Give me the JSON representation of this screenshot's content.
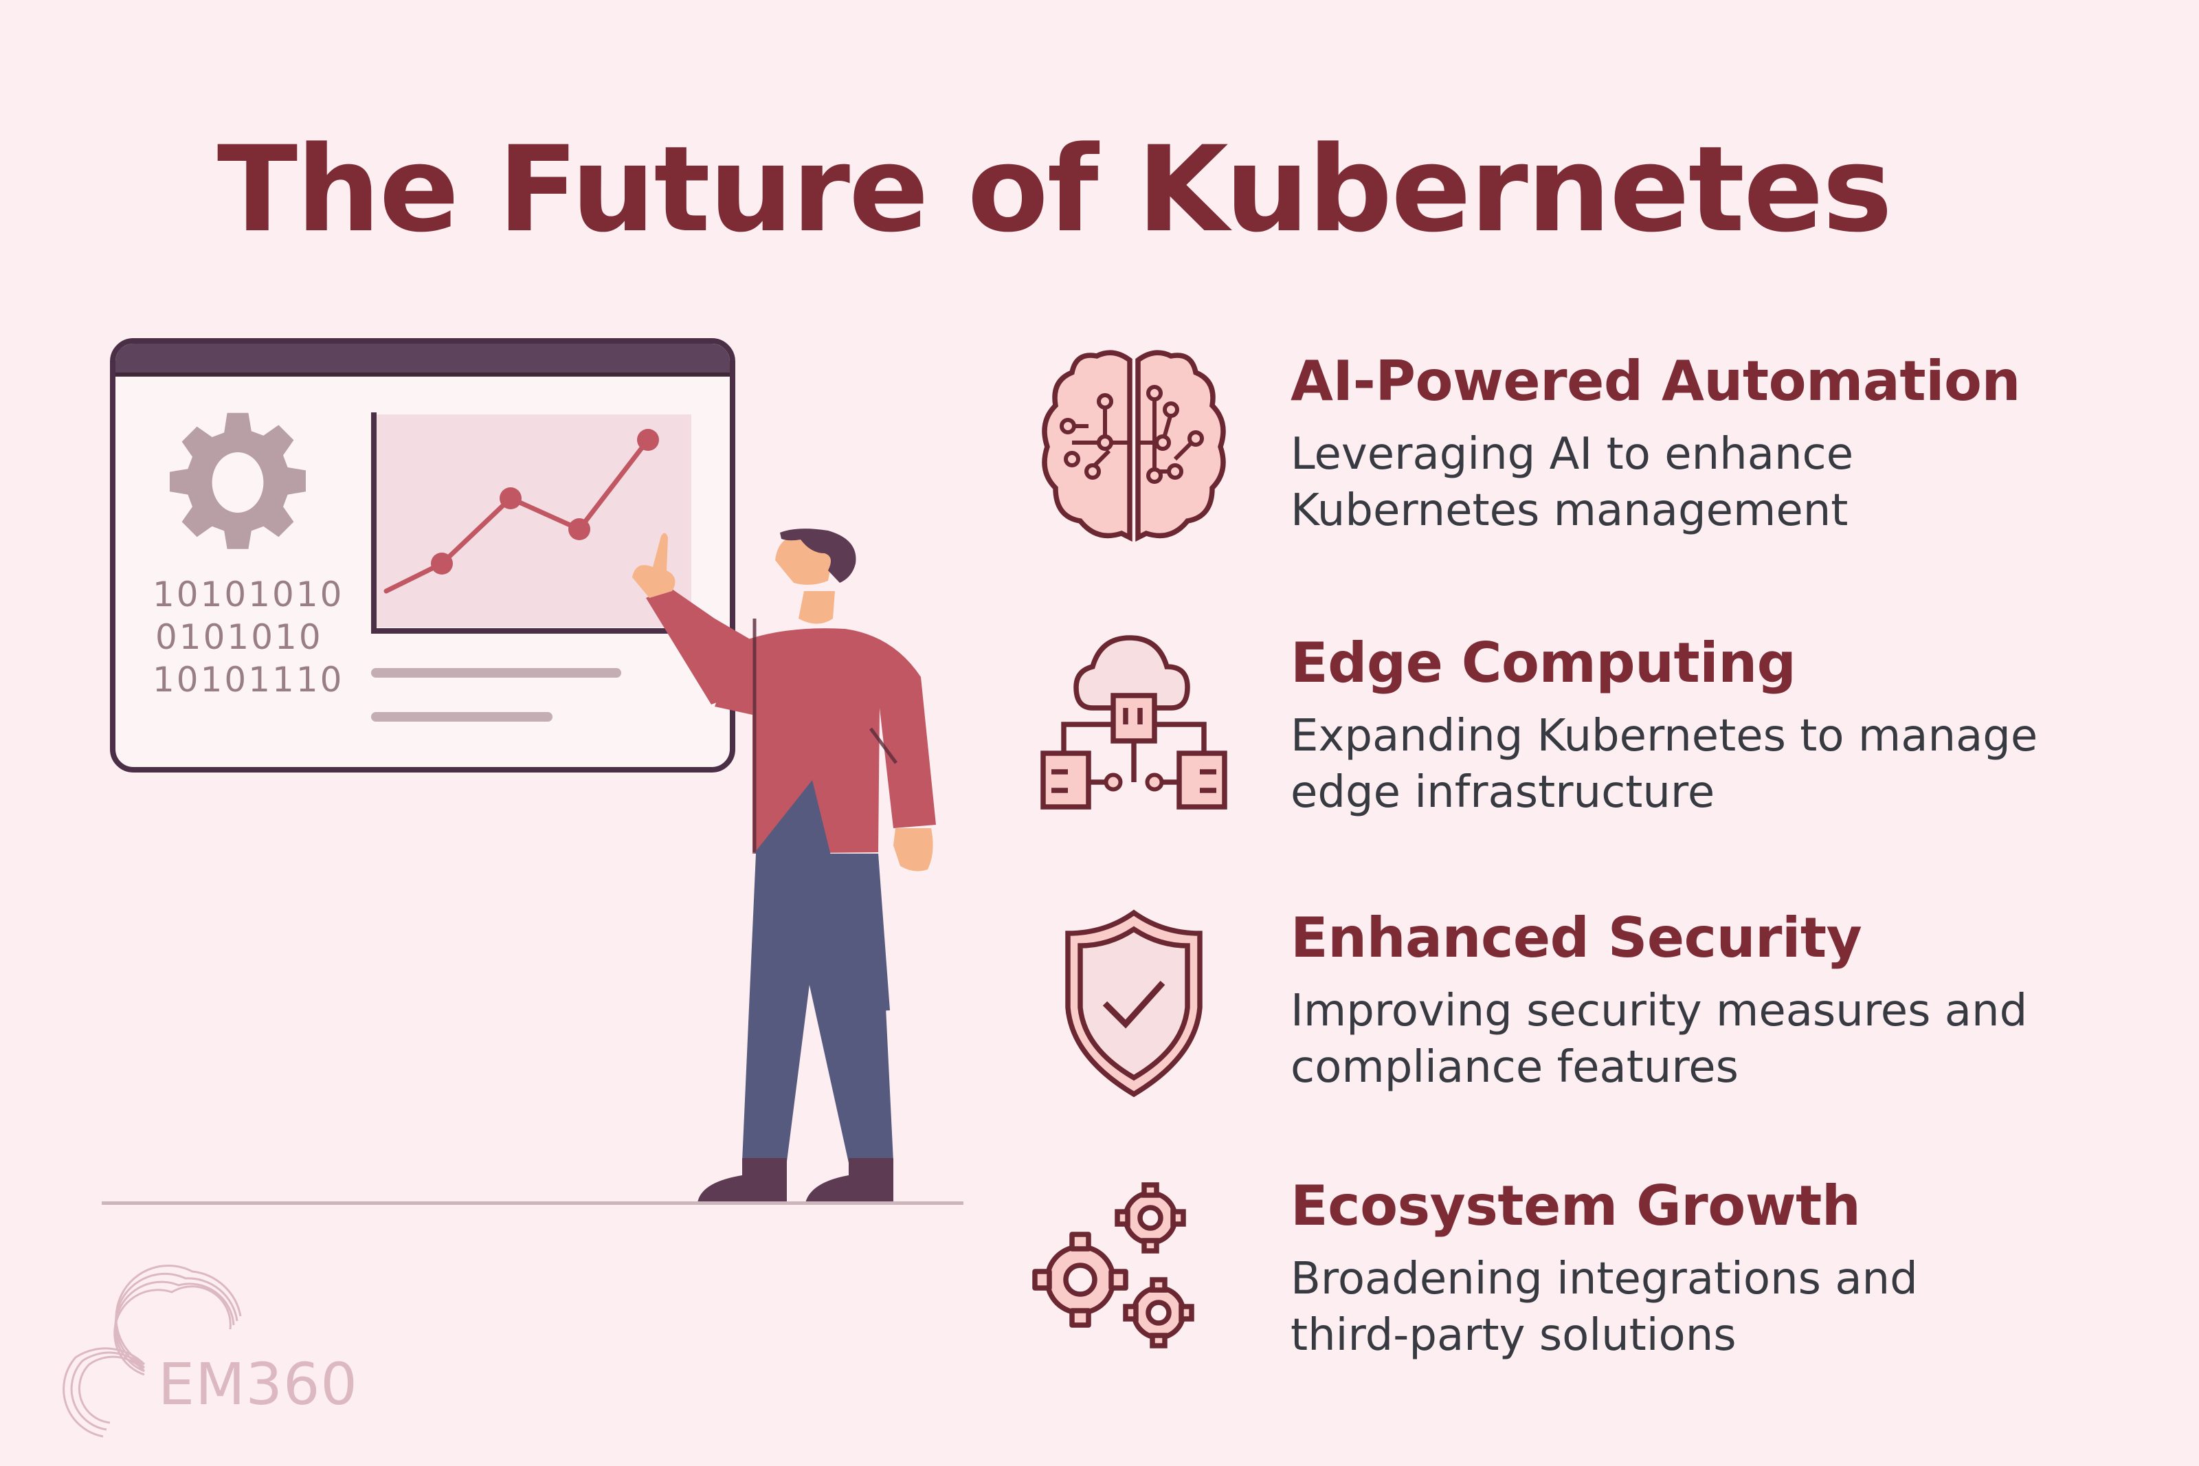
{
  "title": "The Future of Kubernetes",
  "illustration": {
    "binary_lines": [
      "10101010",
      "0101010",
      "10101110"
    ],
    "icons": [
      "gear-icon",
      "line-chart-icon",
      "presenter-person"
    ]
  },
  "features": [
    {
      "icon": "brain-circuit-icon",
      "title": "AI-Powered Automation",
      "desc_line1": "Leveraging AI to enhance",
      "desc_line2": "Kubernetes management"
    },
    {
      "icon": "cloud-network-icon",
      "title": "Edge Computing",
      "desc_line1": "Expanding Kubernetes to manage",
      "desc_line2": "edge infrastructure"
    },
    {
      "icon": "shield-check-icon",
      "title": "Enhanced Security",
      "desc_line1": "Improving security measures and",
      "desc_line2": "compliance features"
    },
    {
      "icon": "gears-icon",
      "title": "Ecosystem Growth",
      "desc_line1": "Broadening integrations and",
      "desc_line2": "third-party solutions"
    }
  ],
  "logo": {
    "text": "EM360"
  },
  "colors": {
    "background": "#fdeef1",
    "title": "#7d2b35",
    "body_text": "#373a40",
    "icon_fill": "#f9ccca",
    "icon_stroke": "#6b2832",
    "board_frame": "#4a2f46",
    "shirt": "#c05763",
    "pants": "#565a7e"
  }
}
